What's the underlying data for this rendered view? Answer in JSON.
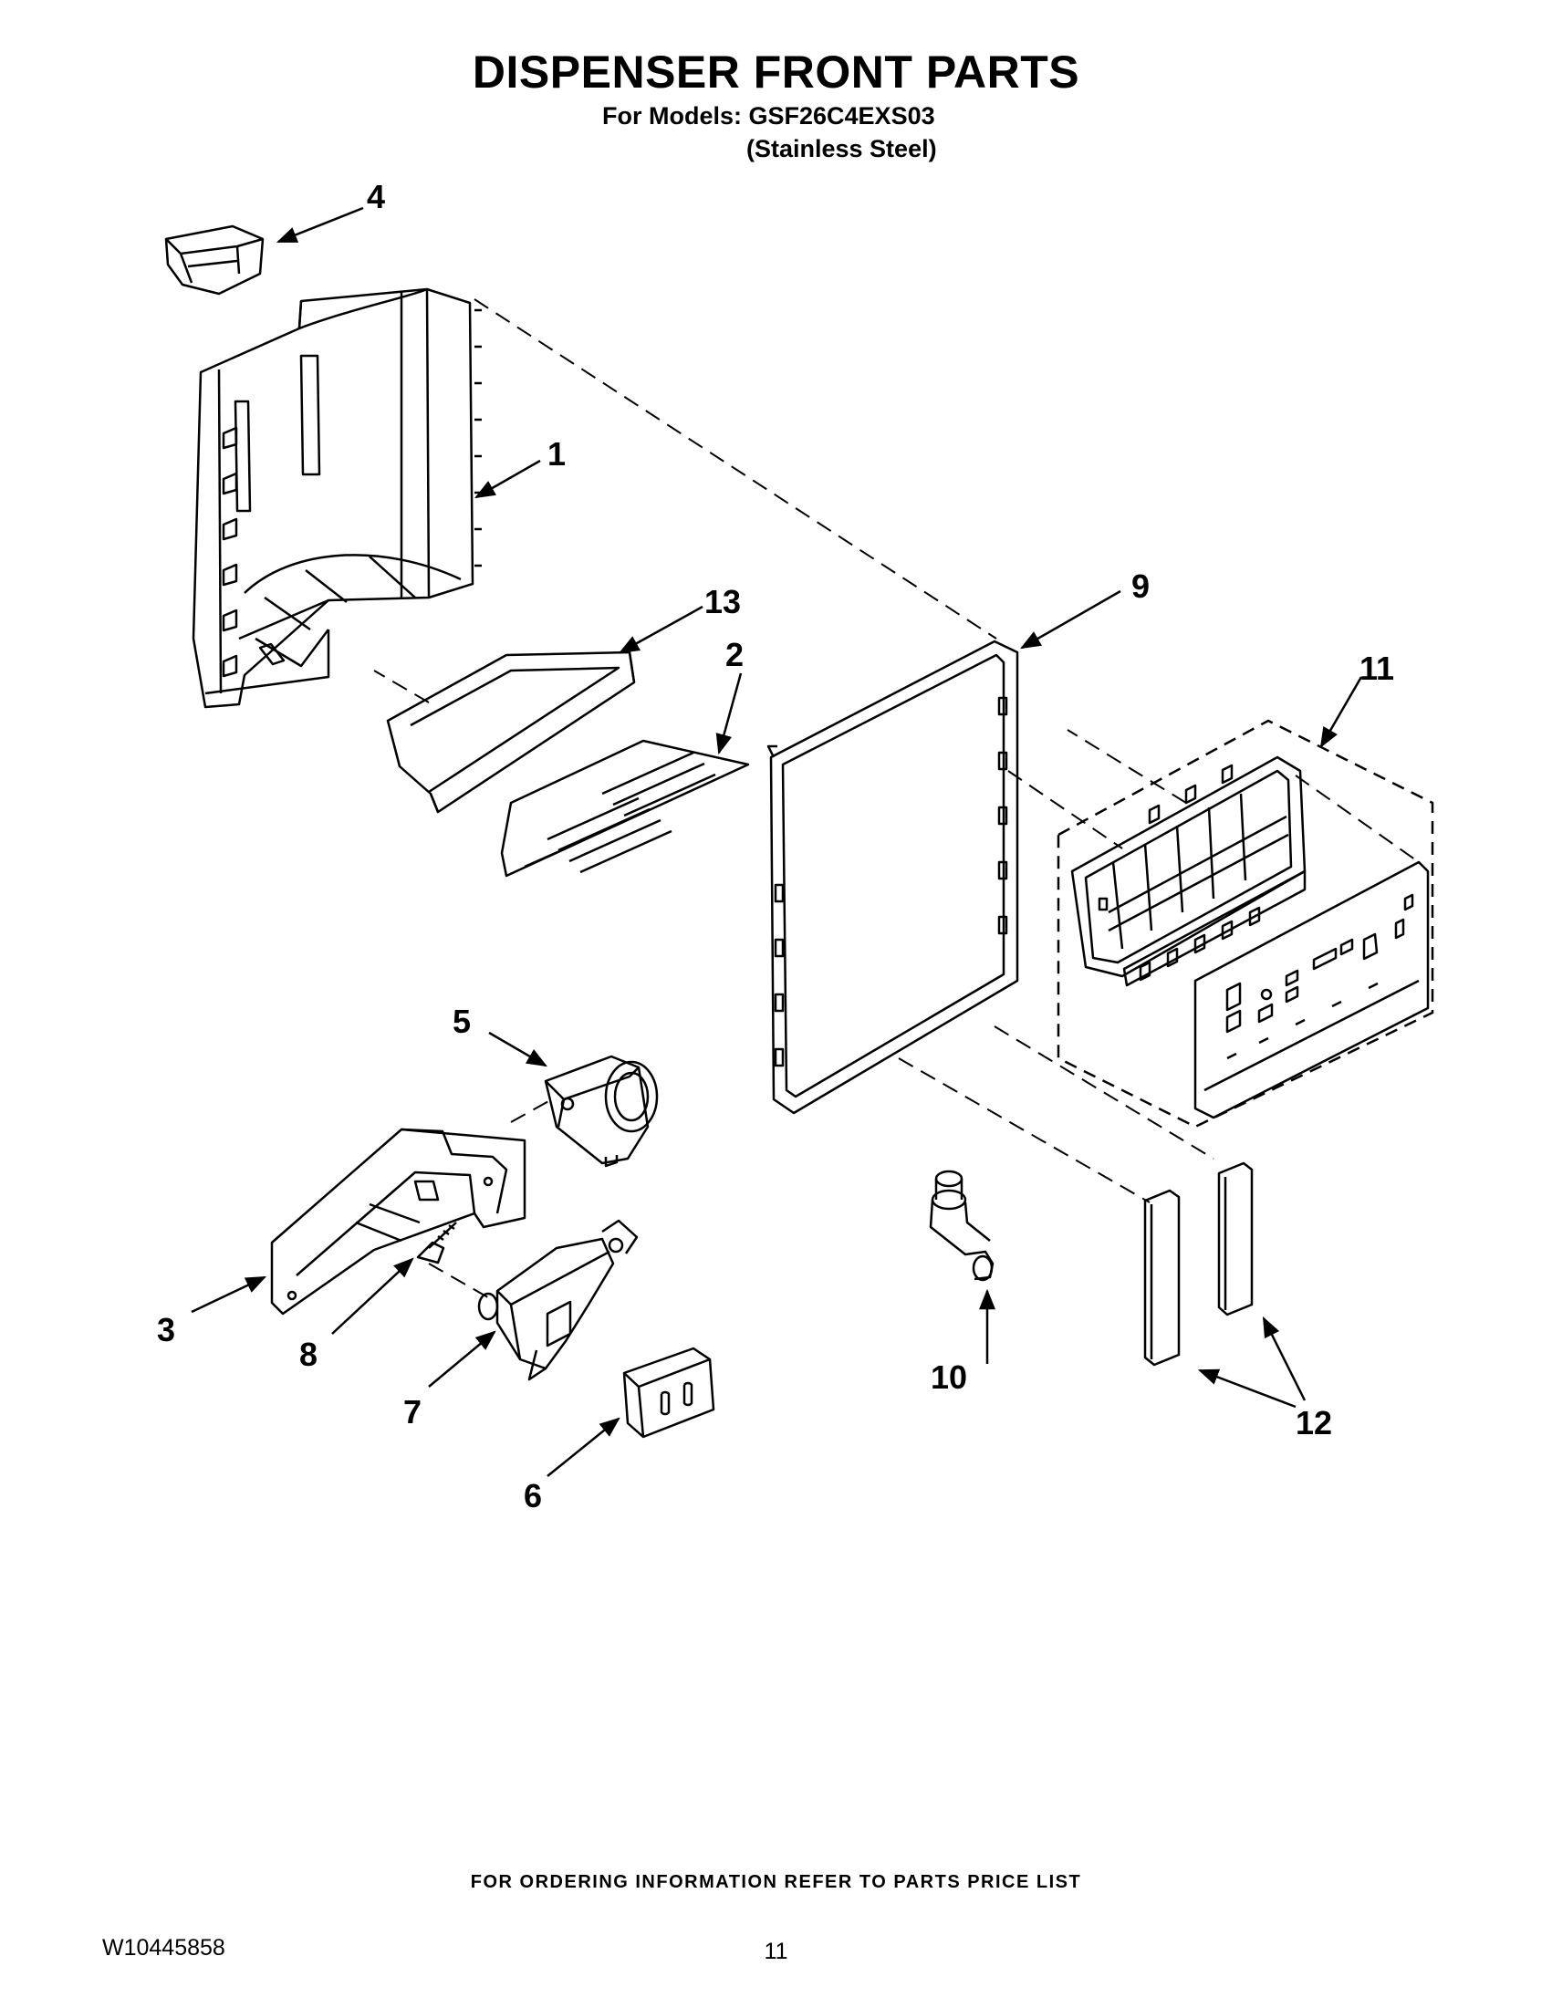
{
  "header": {
    "title": "DISPENSER FRONT PARTS",
    "models_line": "For Models: GSF26C4EXS03",
    "finish_line": "(Stainless Steel)"
  },
  "callouts": [
    "1",
    "2",
    "3",
    "4",
    "5",
    "6",
    "7",
    "8",
    "9",
    "10",
    "11",
    "12",
    "13"
  ],
  "footer": {
    "ordering_note": "FOR ORDERING INFORMATION REFER TO PARTS PRICE LIST",
    "document_number": "W10445858",
    "page_number": "11"
  }
}
